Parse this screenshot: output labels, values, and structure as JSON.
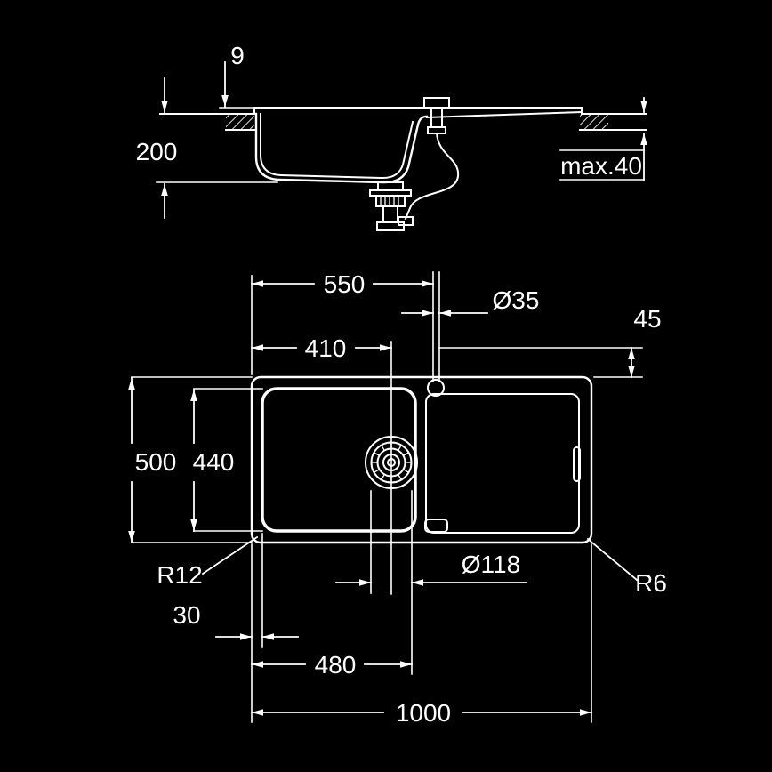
{
  "drawing": {
    "background_color": "#000000",
    "line_color": "#ffffff",
    "section_view": {
      "rim_height": "9",
      "bowl_depth": "200",
      "max_counter_thickness": "max.40"
    },
    "plan_view": {
      "faucet_center_from_left": "550",
      "faucet_hole_diameter": "Ø35",
      "faucet_center_from_top_edge": "45",
      "drain_center_from_left": "410",
      "overall_depth": "500",
      "bowl_inner_depth": "440",
      "corner_radius_bowl": "R12",
      "rim_margin": "30",
      "drain_center_offset": "480",
      "overall_width": "1000",
      "drain_hole_diameter": "Ø118",
      "corner_radius_outer": "R6"
    }
  }
}
